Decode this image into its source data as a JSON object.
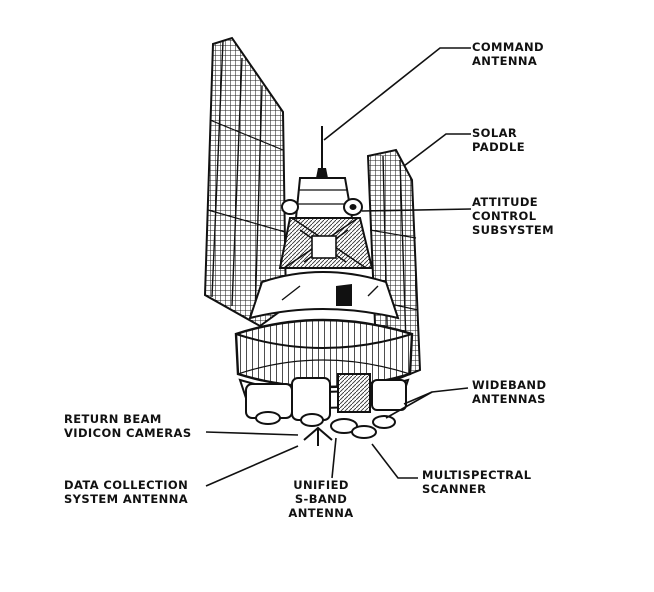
{
  "labels": {
    "command_antenna": [
      "COMMAND",
      "ANTENNA"
    ],
    "solar_paddle": [
      "SOLAR",
      "PADDLE"
    ],
    "attitude_control": [
      "ATTITUDE",
      "CONTROL",
      "SUBSYSTEM"
    ],
    "wideband_antennas": [
      "WIDEBAND",
      "ANTENNAS"
    ],
    "return_beam": [
      "RETURN BEAM",
      "VIDICON CAMERAS"
    ],
    "data_collection": [
      "DATA COLLECTION",
      "SYSTEM ANTENNA"
    ],
    "unified_sband": [
      "UNIFIED",
      "S-BAND",
      "ANTENNA"
    ],
    "multispectral": [
      "MULTISPECTRAL",
      "SCANNER"
    ]
  },
  "colors": {
    "ink": "#111111",
    "paper": "#ffffff"
  }
}
